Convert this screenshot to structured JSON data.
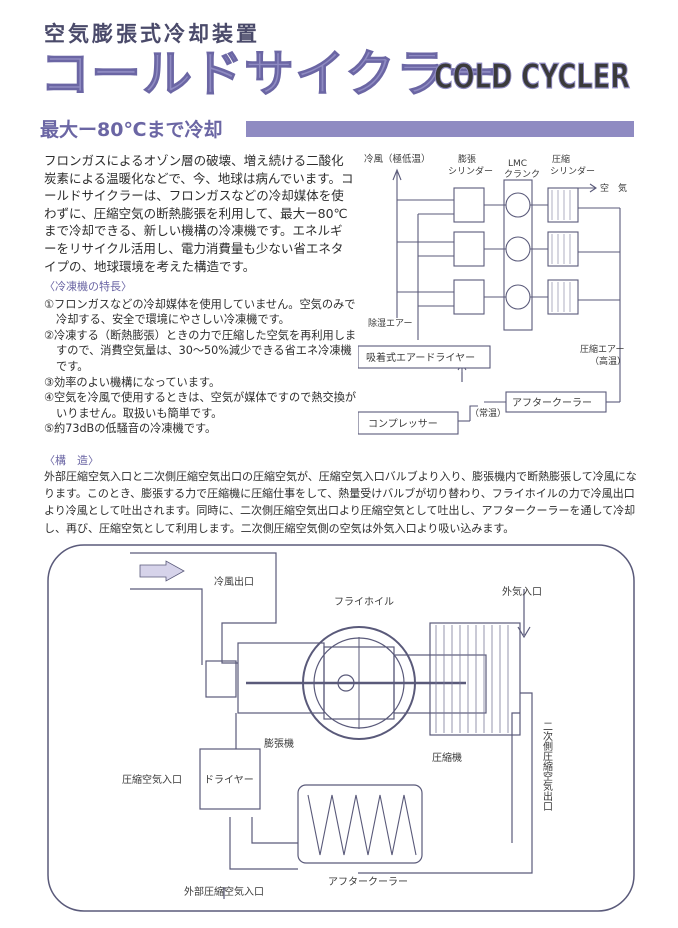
{
  "header": {
    "supertitle": "空気膨張式冷却装置",
    "title": "コールドサイクラー",
    "logo_text": "COLD CYCLER",
    "subtitle": "最大ー80℃まで冷却"
  },
  "intro": "フロンガスによるオゾン層の破壊、増え続ける二酸化炭素による温暖化などで、今、地球は病んでいます。コールドサイクラーは、フロンガスなどの冷却媒体を使わずに、圧縮空気の断熱膨張を利用して、最大ー80℃まで冷却できる、新しい機構の冷凍機です。エネルギーをリサイクル活用し、電力消費量も少ない省エネタイプの、地球環境を考えた構造です。",
  "features": {
    "heading": "〈冷凍機の特長〉",
    "items": [
      "①フロンガスなどの冷却媒体を使用していません。空気のみで冷却する、安全で環境にやさしい冷凍機です。",
      "②冷凍する（断熱膨張）ときの力で圧縮した空気を再利用しますので、消費空気量は、30～50%減少できる省エネ冷凍機です。",
      "③効率のよい機構になっています。",
      "④空気を冷風で使用するときは、空気が媒体ですので熱交換がいりません。取扱いも簡単です。",
      "⑤約73dBの低騒音の冷凍機です。"
    ]
  },
  "structure": {
    "heading": "〈構　造〉",
    "text": "外部圧縮空気入口と二次側圧縮空気出口の圧縮空気が、圧縮空気入口バルブより入り、膨張機内で断熱膨張して冷風になります。このとき、膨張する力で圧縮機に圧縮仕事をして、熱量受けバルブが切り替わり、フライホイルの力で冷風出口より冷風として吐出されます。同時に、二次側圧縮空気出口より圧縮空気として吐出し、アフタークーラーを通して冷却し、再び、圧縮空気として利用します。二次側圧縮空気側の空気は外気入口より吸い込みます。"
  },
  "diagram1": {
    "cold_air": "冷風（極低温）",
    "expansion_cyl": [
      "膨張",
      "シリンダー"
    ],
    "lmc": [
      "LMC",
      "クランク"
    ],
    "compression_cyl": [
      "圧縮",
      "シリンダー"
    ],
    "air": "空　気",
    "dehumid_air": "除湿エアー",
    "dryer": "吸着式エアードライヤー",
    "compressed_air": [
      "圧縮エアー",
      "（高温）"
    ],
    "aftercooler": "アフタークーラー",
    "normal_temp": "（常温）",
    "compressor": "コンプレッサー"
  },
  "diagram2": {
    "cold_outlet": "冷風出口",
    "flywheel": "フライホイル",
    "outside_inlet": "外気入口",
    "expander": "膨張機",
    "compressor": "圧縮機",
    "comp_air_inlet": "圧縮空気入口",
    "dryer": "ドライヤー",
    "secondary_outlet": "二次側圧縮空気出口",
    "aftercooler": "アフタークーラー",
    "external_inlet": "外部圧縮空気入口"
  }
}
